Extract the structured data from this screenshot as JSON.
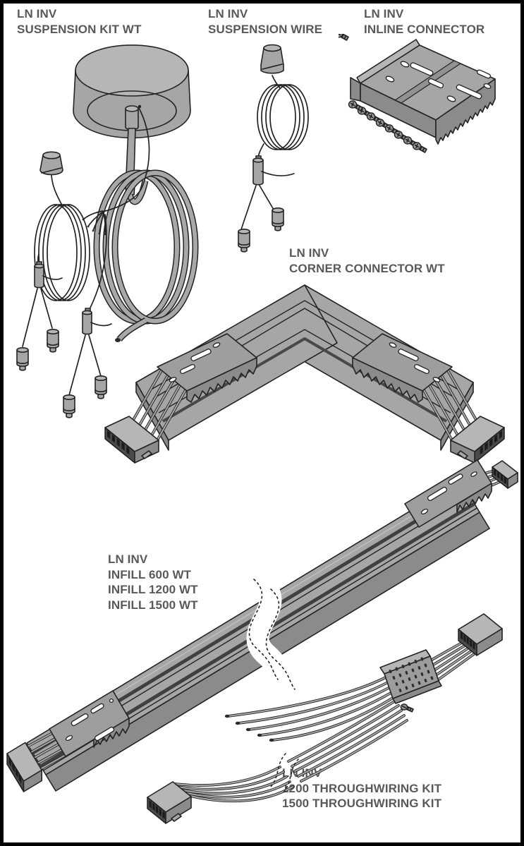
{
  "page": {
    "background": "#ffffff",
    "frame_color": "#000000",
    "label_color": "#59595b"
  },
  "palette": {
    "body_gray": "#a6a6a8",
    "body_light": "#b6b6b8",
    "body_dark": "#8b8b8d",
    "outline": "#232325",
    "connector_dark": "#4a4a4c",
    "hole_white": "#ffffff"
  },
  "products": [
    {
      "illustration": "suspension-kit-wt",
      "label_lines": [
        "LN INV",
        "SUSPENSION KIT WT"
      ]
    },
    {
      "illustration": "suspension-wire",
      "label_lines": [
        "LN INV",
        "SUSPENSION WIRE"
      ]
    },
    {
      "illustration": "inline-connector",
      "label_lines": [
        "LN INV",
        "INLINE CONNECTOR"
      ]
    },
    {
      "illustration": "corner-connector-wt",
      "label_lines": [
        "LN INV",
        "CORNER CONNECTOR WT"
      ]
    },
    {
      "illustration": "infill-wt",
      "label_lines": [
        "LN INV",
        "INFILL 600 WT",
        "INFILL 1200 WT",
        "INFILL 1500 WT"
      ]
    },
    {
      "illustration": "throughwiring-kit",
      "label_lines": [
        "LN INV",
        "1200 THROUGHWIRING KIT",
        "1500 THROUGHWIRING KIT"
      ]
    }
  ]
}
